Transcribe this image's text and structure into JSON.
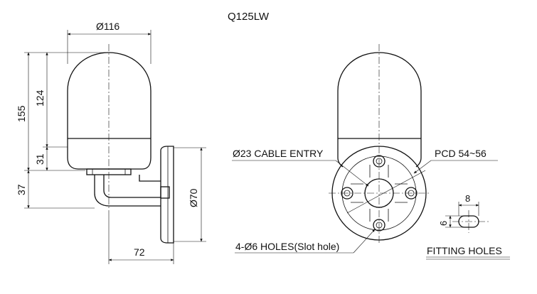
{
  "title": "Q125LW",
  "dimensions": {
    "d116": "Ø116",
    "d155": "155",
    "d124": "124",
    "d31": "31",
    "d37": "37",
    "d70": "Ø70",
    "d72": "72",
    "d8": "8",
    "d6": "6"
  },
  "annotations": {
    "cable_entry": "Ø23 CABLE ENTRY",
    "pcd": "PCD 54~56",
    "holes": "4-Ø6 HOLES(Slot hole)",
    "fitting_holes": "FITTING HOLES"
  }
}
